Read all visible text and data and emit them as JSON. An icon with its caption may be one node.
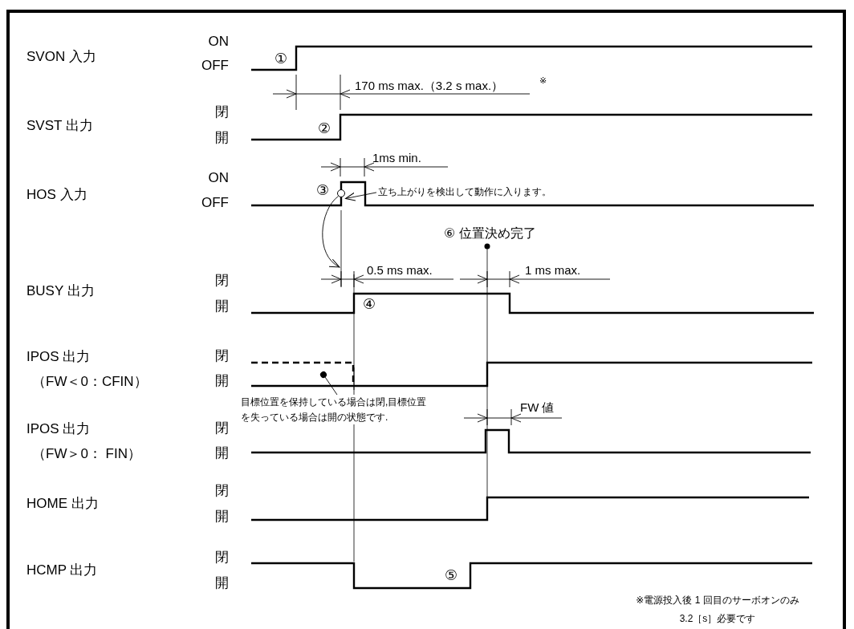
{
  "diagram": {
    "nodes": [
      {
        "text": [
          "立ち上がりを検出して動作に入ります。"
        ]
      },
      {
        "text": [],
        "shape": "circle"
      },
      {
        "text": [
          "目標位置を保持している場合は閉,目標位置を失っている場合は開の状態です."
        ]
      }
    ],
    "edges": [
      {
        "from": 0,
        "to": 1,
        "arrow": "to"
      },
      {
        "from": 1,
        "to": null,
        "arrow": "to"
      },
      {
        "from": 2,
        "to": null,
        "arrow": "other"
      }
    ],
    "labels": [
      "SVON 入力",
      "ON",
      "OFF",
      "①",
      "170 ms max.（3.2 s max.）",
      "※",
      "SVST 出力",
      "閉",
      "開",
      "②",
      "1ms min.",
      "HOS 入力",
      "ON",
      "OFF",
      "③",
      "⑥ 位置決め完了",
      "0.5 ms max.",
      "1 ms max.",
      "BUSY 出力",
      "閉",
      "開",
      "④",
      "IPOS 出力",
      "閉",
      "（FW＜0：CFIN）",
      "開",
      "FW 値",
      "IPOS 出力",
      "閉",
      "（FW＞0： FIN）",
      "開",
      "HOME 出力",
      "閉",
      "開",
      "HCMP 出力",
      "閉",
      "開",
      "⑤",
      "※電源投入後 1 回目のサーボオンのみ 3.2［s］必要です"
    ]
  }
}
